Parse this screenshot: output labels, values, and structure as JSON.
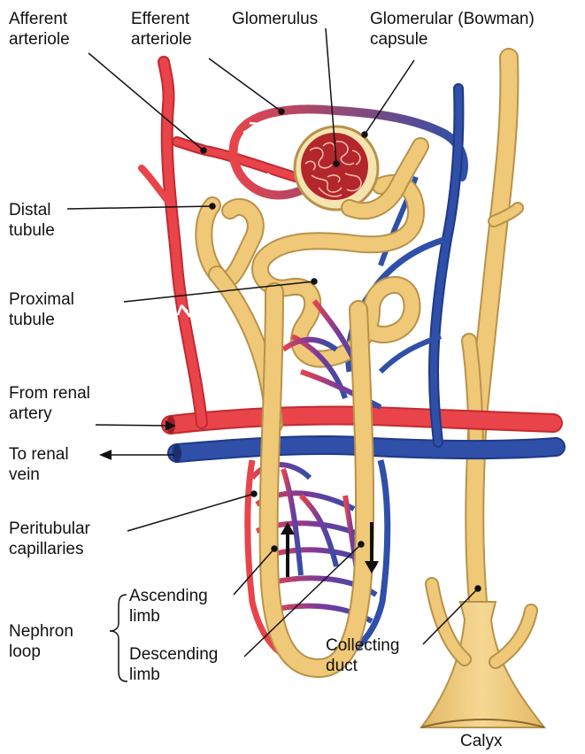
{
  "labels": {
    "afferent_arteriole": [
      "Afferent",
      "arteriole"
    ],
    "efferent_arteriole": [
      "Efferent",
      "arteriole"
    ],
    "glomerulus": "Glomerulus",
    "glomerular_capsule": [
      "Glomerular (Bowman)",
      "capsule"
    ],
    "distal_tubule": [
      "Distal",
      "tubule"
    ],
    "proximal_tubule": [
      "Proximal",
      "tubule"
    ],
    "from_renal_artery": [
      "From renal",
      "artery"
    ],
    "to_renal_vein": [
      "To renal",
      "vein"
    ],
    "peritubular_capillaries": [
      "Peritubular",
      "capillaries"
    ],
    "ascending_limb": [
      "Ascending",
      "limb"
    ],
    "descending_limb": [
      "Descending",
      "limb"
    ],
    "nephron_loop": [
      "Nephron",
      "loop"
    ],
    "collecting_duct": [
      "Collecting",
      "duct"
    ],
    "calyx": "Calyx"
  },
  "colors": {
    "artery": "#e8444a",
    "vein": "#2f4fa8",
    "capillary_mid": "#7a3a9a",
    "tubule": "#efc878",
    "tubule_outline": "#b8924a",
    "glomerulus": "#b3262b",
    "leader": "#111111"
  }
}
